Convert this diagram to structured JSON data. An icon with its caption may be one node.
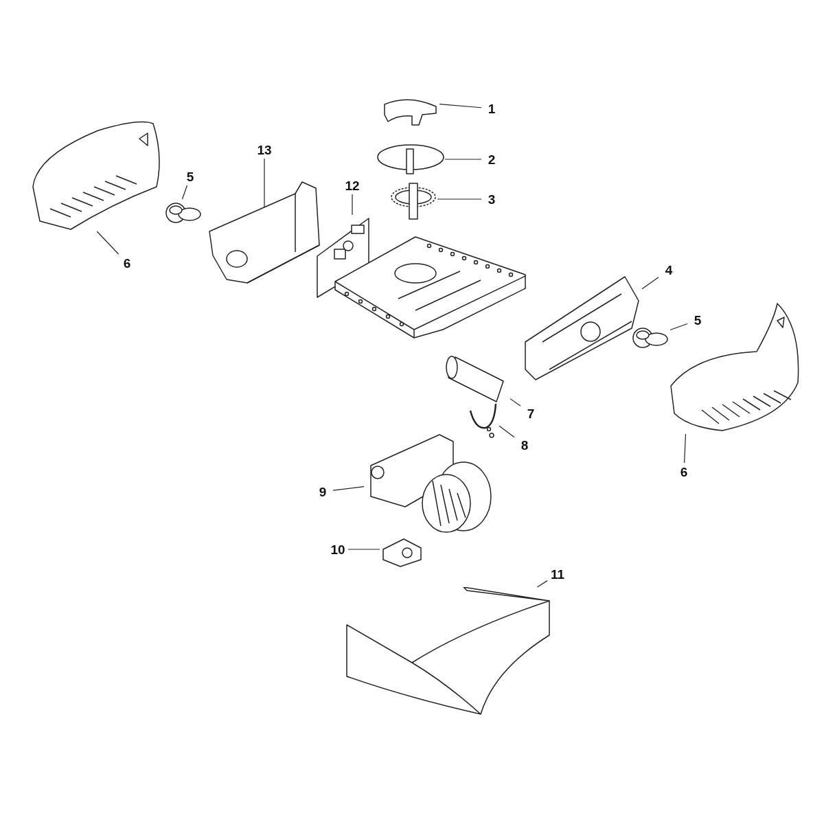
{
  "diagram": {
    "nodes": [
      {
        "text": [
          "1"
        ]
      },
      {
        "text": [
          "13"
        ]
      },
      {
        "text": [
          "2"
        ]
      },
      {
        "text": [
          "5"
        ]
      },
      {
        "text": [
          "12"
        ]
      },
      {
        "text": [
          "3"
        ]
      },
      {
        "text": [
          "6"
        ]
      },
      {
        "text": [
          "4"
        ]
      },
      {
        "text": [
          "5"
        ]
      },
      {
        "text": [
          "7"
        ]
      },
      {
        "text": [
          "8"
        ]
      },
      {
        "text": [
          "6"
        ]
      },
      {
        "text": [
          "9"
        ]
      },
      {
        "text": [
          "10"
        ]
      },
      {
        "text": [
          "11"
        ]
      },
      {
        "text": [],
        "shape": "picture"
      },
      {
        "text": [],
        "shape": "picture"
      },
      {
        "text": [],
        "shape": "picture"
      },
      {
        "text": [],
        "shape": "picture"
      },
      {
        "text": [],
        "shape": "picture"
      },
      {
        "text": [],
        "shape": "picture"
      },
      {
        "text": [],
        "shape": "picture"
      },
      {
        "text": [],
        "shape": "picture"
      },
      {
        "text": [],
        "shape": "picture"
      },
      {
        "text": [],
        "shape": "picture"
      },
      {
        "text": [],
        "shape": "picture"
      },
      {
        "text": [],
        "shape": "picture"
      },
      {
        "text": [],
        "shape": "picture"
      },
      {
        "text": [],
        "shape": "picture"
      },
      {
        "text": [],
        "shape": "picture"
      },
      {
        "text": [],
        "shape": "picture"
      }
    ],
    "edges": [
      {
        "from": 0,
        "to": 15,
        "arrow": "none"
      },
      {
        "from": 1,
        "to": 16,
        "arrow": "none"
      },
      {
        "from": 2,
        "to": 17,
        "arrow": "none"
      },
      {
        "from": 3,
        "to": 18,
        "arrow": "none"
      },
      {
        "from": 4,
        "to": 19,
        "arrow": "none"
      },
      {
        "from": 5,
        "to": 20,
        "arrow": "none"
      },
      {
        "from": 6,
        "to": 21,
        "arrow": "none"
      },
      {
        "from": 7,
        "to": 22,
        "arrow": "none"
      },
      {
        "from": 8,
        "to": 23,
        "arrow": "none"
      },
      {
        "from": 9,
        "to": 24,
        "arrow": "none"
      },
      {
        "from": 10,
        "to": 25,
        "arrow": "none"
      },
      {
        "from": 11,
        "to": 26,
        "arrow": "none"
      },
      {
        "from": 12,
        "to": 27,
        "arrow": "none"
      },
      {
        "from": 13,
        "to": 28,
        "arrow": "none"
      },
      {
        "from": 14,
        "to": 29,
        "arrow": "none"
      }
    ]
  }
}
